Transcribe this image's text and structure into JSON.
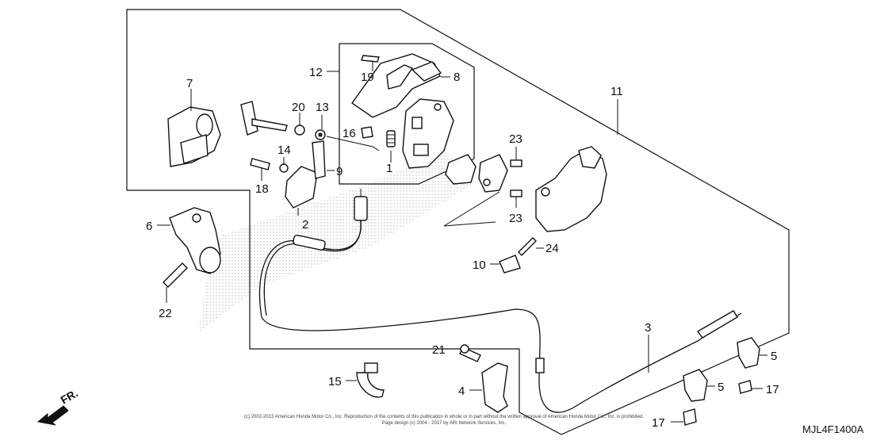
{
  "callouts": {
    "c1": "1",
    "c2": "2",
    "c3": "3",
    "c4": "4",
    "c5a": "5",
    "c5b": "5",
    "c6": "6",
    "c7": "7",
    "c8": "8",
    "c9": "9",
    "c10": "10",
    "c11": "11",
    "c12": "12",
    "c13": "13",
    "c14": "14",
    "c15": "15",
    "c16": "16",
    "c17a": "17",
    "c17b": "17",
    "c18": "18",
    "c19": "19",
    "c20": "20",
    "c21": "21",
    "c22": "22",
    "c23a": "23",
    "c23b": "23",
    "c24": "24"
  },
  "direction_label": "FR.",
  "diagram_code": "MJL4F1400A",
  "copyright_line1": "(c) 2002-2013 American Honda Motor Co., Inc. Reproduction of the contents of this publication in whole or in part without the written approval of American Honda Motor Co., Inc. is prohibited.",
  "copyright_line2": "Page design (c) 2004 - 2017 by ARI Network Services, Inc."
}
